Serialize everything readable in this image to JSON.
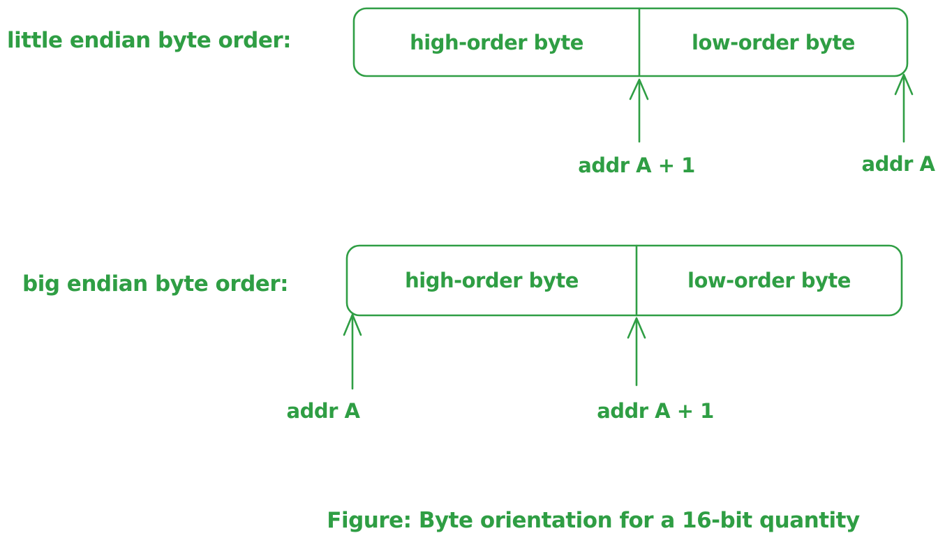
{
  "diagram": {
    "accent": "#2f9e44",
    "little_endian": {
      "label": "little endian byte order:",
      "cells": [
        {
          "label": "high-order byte"
        },
        {
          "label": "low-order byte"
        }
      ],
      "pointers": [
        {
          "label": "addr A + 1"
        },
        {
          "label": "addr A"
        }
      ]
    },
    "big_endian": {
      "label": "big endian byte order:",
      "cells": [
        {
          "label": "high-order byte"
        },
        {
          "label": "low-order byte"
        }
      ],
      "pointers": [
        {
          "label": "addr A"
        },
        {
          "label": "addr A + 1"
        }
      ]
    },
    "caption": "Figure: Byte orientation for a 16-bit quantity"
  }
}
